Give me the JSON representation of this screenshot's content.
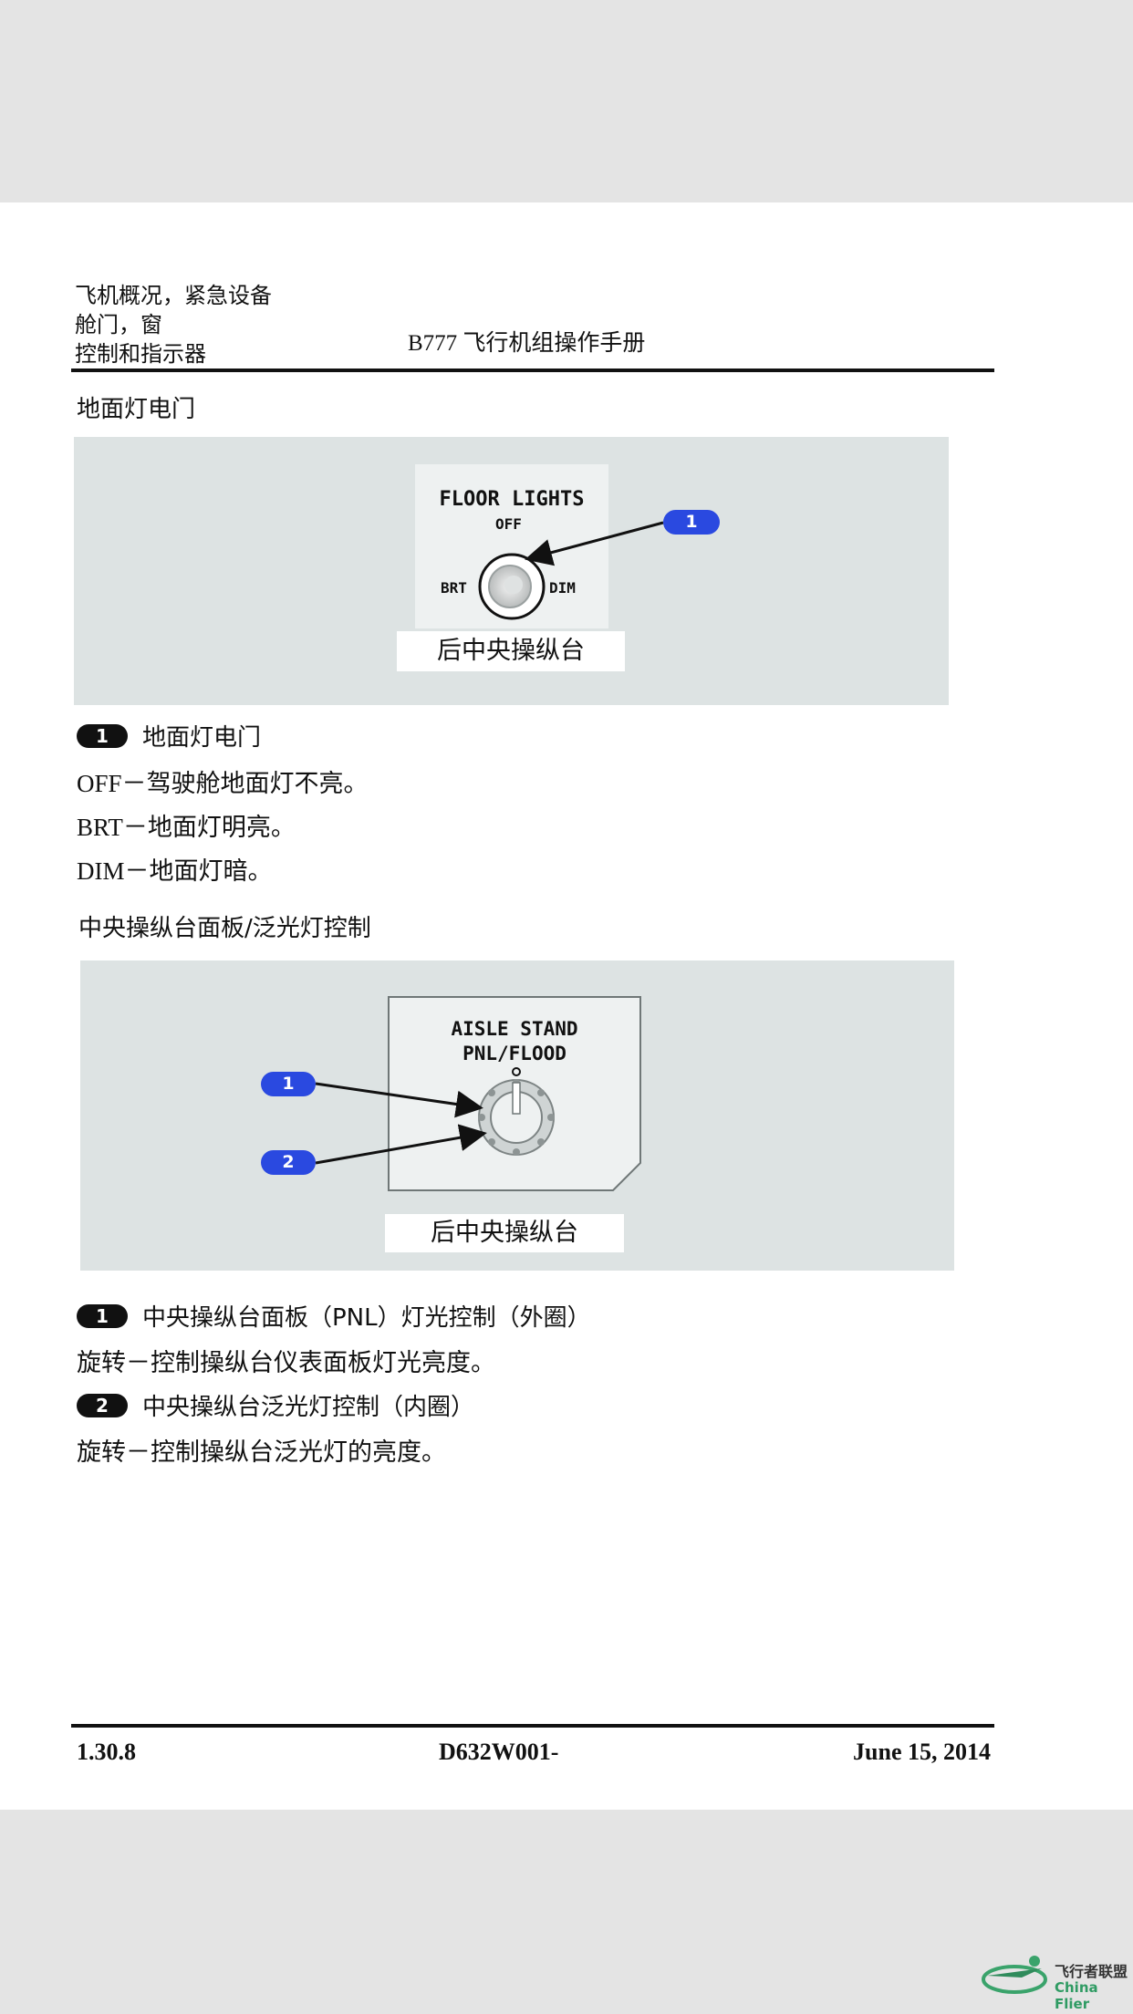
{
  "header": {
    "chapter_line1": "飞机概况，紧急设备",
    "chapter_line2": "舱门，窗",
    "chapter_line3": "控制和指示器",
    "manual_title": "B777 飞行机组操作手册"
  },
  "section1": {
    "title": "地面灯电门",
    "figure": {
      "panel_title": "FLOOR LIGHTS",
      "pos_off": "OFF",
      "pos_brt": "BRT",
      "pos_dim": "DIM",
      "callout": "1",
      "caption": "后中央操纵台"
    },
    "item": {
      "badge": "1",
      "title": "地面灯电门",
      "lines": [
        "OFF－驾驶舱地面灯不亮。",
        "BRT－地面灯明亮。",
        "DIM－地面灯暗。"
      ]
    }
  },
  "section2": {
    "title": "中央操纵台面板/泛光灯控制",
    "figure": {
      "panel_title_1": "AISLE STAND",
      "panel_title_2": "PNL/FLOOD",
      "callout1": "1",
      "callout2": "2",
      "caption": "后中央操纵台"
    },
    "items": [
      {
        "badge": "1",
        "title": "中央操纵台面板（PNL）灯光控制（外圈）",
        "desc": "旋转－控制操纵台仪表面板灯光亮度。"
      },
      {
        "badge": "2",
        "title": "中央操纵台泛光灯控制（内圈）",
        "desc": "旋转－控制操纵台泛光灯的亮度。"
      }
    ]
  },
  "footer": {
    "page_num": "1.30.8",
    "doc_num": "D632W001-",
    "date": "June 15, 2014"
  },
  "watermark": {
    "cn": "飞行者联盟",
    "en": "China Flier"
  },
  "colors": {
    "callout_blue": "#2a49e0",
    "panel_gray": "#dde3e3"
  }
}
